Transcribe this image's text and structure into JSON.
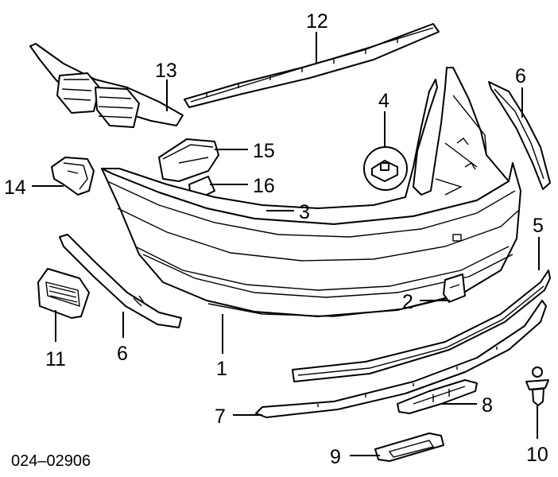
{
  "diagram": {
    "figure_number": "024–02906",
    "callouts": {
      "c1": "1",
      "c2": "2",
      "c3": "3",
      "c4": "4",
      "c5": "5",
      "c6a": "6",
      "c6b": "6",
      "c7": "7",
      "c8": "8",
      "c9": "9",
      "c10": "10",
      "c11": "11",
      "c12": "12",
      "c13": "13",
      "c14": "14",
      "c15": "15",
      "c16": "16"
    }
  }
}
